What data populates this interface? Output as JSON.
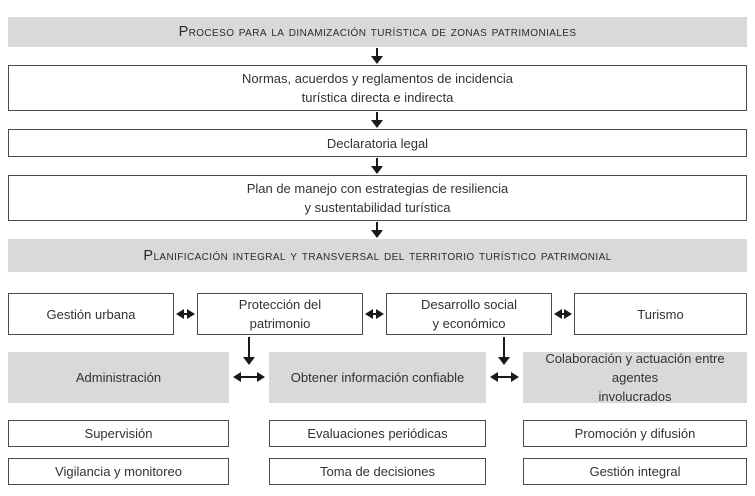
{
  "title_bar": {
    "label": "Proceso para la dinamización turística de zonas patrimoniales"
  },
  "process": {
    "normas": {
      "line1": "Normas, acuerdos y reglamentos de incidencia",
      "line2": "turística directa e indirecta"
    },
    "declaratoria": {
      "label": "Declaratoria legal"
    },
    "plan": {
      "line1": "Plan de manejo con estrategias de resiliencia",
      "line2": "y sustentabilidad turística"
    }
  },
  "section": {
    "label": "Planificación integral y transversal del territorio turístico patrimonial"
  },
  "dimensions": {
    "gestion_urbana": {
      "label": "Gestión urbana"
    },
    "proteccion": {
      "line1": "Protección del",
      "line2": "patrimonio"
    },
    "desarrollo": {
      "line1": "Desarrollo social",
      "line2": "y económico"
    },
    "turismo": {
      "label": "Turismo"
    }
  },
  "management": {
    "administracion": {
      "label": "Administración"
    },
    "obtener": {
      "label": "Obtener información confiable"
    },
    "colaboracion": {
      "line1": "Colaboración y actuación entre agentes",
      "line2": "involucrados"
    }
  },
  "outcomes": {
    "col1": [
      "Supervisión",
      "Vigilancia y monitoreo"
    ],
    "col2": [
      "Evaluaciones periódicas",
      "Toma de decisiones"
    ],
    "col3": [
      "Promoción y difusión",
      "Gestión integral"
    ]
  },
  "icons": {
    "down-arrow-icon": "css-triangle-down",
    "double-arrow-icon": "css-triangle-left-right"
  },
  "colors": {
    "bar_fill": "#d9d9d9",
    "box_border": "#4a4a4a",
    "text": "#323232",
    "arrow": "#1a1a1a",
    "background": "#ffffff"
  }
}
